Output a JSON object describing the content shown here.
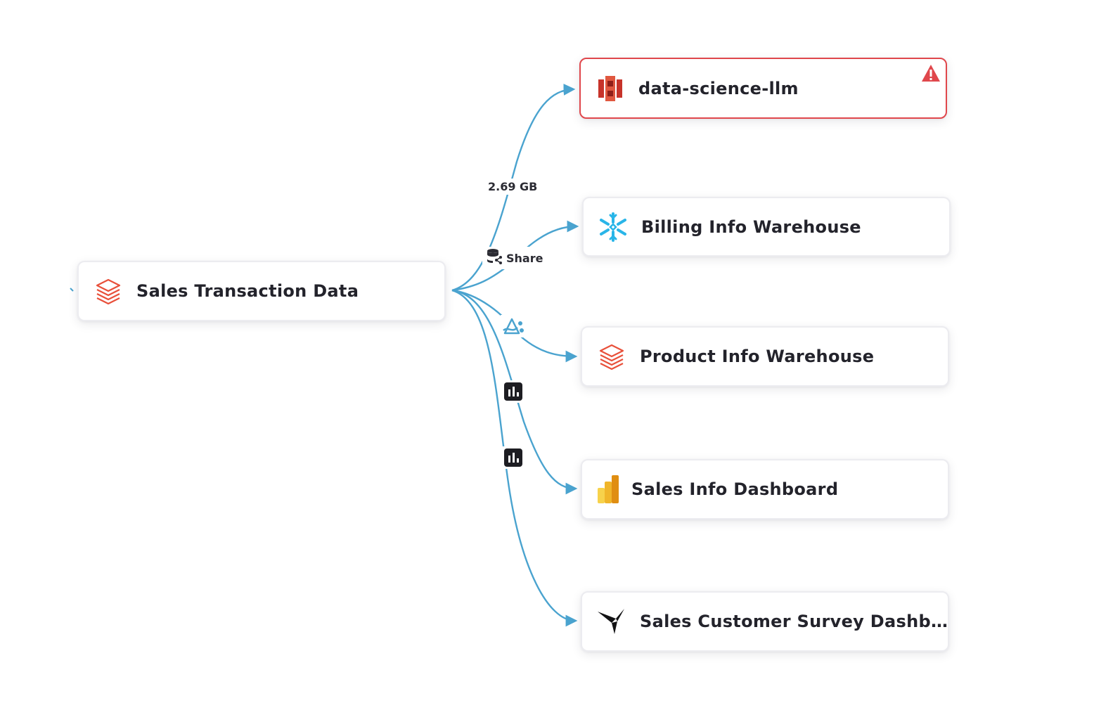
{
  "source_node": {
    "label": "Sales Transaction Data",
    "icon": "databricks-stack-icon"
  },
  "target_nodes": [
    {
      "id": "data-science-llm",
      "label": "data-science-llm",
      "icon": "aws-s3-bucket-icon",
      "status": "error"
    },
    {
      "id": "billing",
      "label": "Billing Info Warehouse",
      "icon": "snowflake-icon",
      "status": "ok"
    },
    {
      "id": "product",
      "label": "Product Info Warehouse",
      "icon": "databricks-stack-icon",
      "status": "ok"
    },
    {
      "id": "sales-dashboard",
      "label": "Sales Info Dashboard",
      "icon": "powerbi-icon",
      "status": "ok"
    },
    {
      "id": "survey-dashboard",
      "label": "Sales Customer Survey Dashb...",
      "icon": "sigma-bird-icon",
      "status": "ok"
    }
  ],
  "edge_labels": {
    "size_label": "2.69 GB",
    "share_label": "Share"
  },
  "colors": {
    "edge": "#4aa3cf",
    "error_border": "#e0474c",
    "text": "#23232b",
    "databricks": "#e8503a",
    "snowflake": "#29b5e8"
  }
}
